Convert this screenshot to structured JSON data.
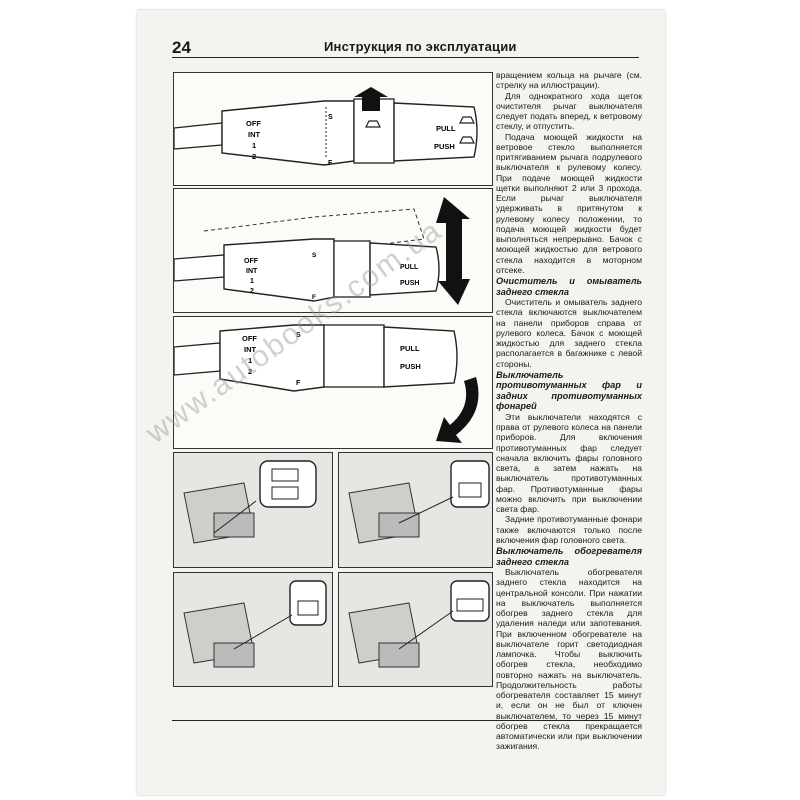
{
  "header": {
    "page_number": "24",
    "title": "Инструкция по эксплуатации"
  },
  "stalk": {
    "positions": [
      "OFF",
      "INT",
      "1",
      "2"
    ],
    "pull": "PULL",
    "push": "PUSH",
    "s": "S",
    "f": "F"
  },
  "watermark": "www.autobooks.com.ua",
  "text": {
    "p1": "вращением кольца на рычаге (см. стрелку на иллюстрации).",
    "p2": "Для однократного хода щеток очистителя рычаг выключателя следует подать вперед, к ветровому стеклу, и отпустить.",
    "p3": "Подача моющей жидкости на ветровое стекло выполняется притягиванием рычага подрулевого выключателя к рулевому колесу. При подаче моющей жидкости щетки выполняют 2 или 3 прохода. Если рычаг выключателя удерживать в притянутом к рулевому колесу положении, то подача моющей жидкости будет выполняться непрерывно. Бачок с моющей жидкостью для ветрового стекла находится в моторном отсеке.",
    "h1": "Очиститель и омыватель заднего стекла",
    "p4": "Очиститель и омыватель заднего стекла включаются выключателем на панели приборов справа от рулевого колеса. Бачок с моющей жидкостью для заднего стекла располагается в багажнике с левой стороны.",
    "h2": "Выключатель противотуманных фар и задних противотуманных фонарей",
    "p5": "Эти выключатели находятся с права от рулевого колеса на панели приборов. Для включения противотуманных фар следует сначала включить фары головного света, а затем нажать на выключатель противотуманных фар. Противотуманные фары можно включить при выключении света фар.",
    "p6": "Задние противотуманные фонари также включаются только после включения фар головного света.",
    "h3": "Выключатель обогревателя заднего стекла",
    "p7": "Выключатель обогревателя заднего стекла находится на центральной консоли. При нажатии на выключатель выполняется обогрев заднего стекла для удаления наледи или запотевания. При включенном обогревателе на выключателе горит светодиодная лампочка. Чтобы выключить обогрев стекла, необходимо повторно нажать на выключатель. Продолжительность работы обогревателя составляет 15 минут и, если он не был от ключен выключателем, то через 15 минут обогрев стекла прекращается автоматически или при выключении зажигания."
  }
}
